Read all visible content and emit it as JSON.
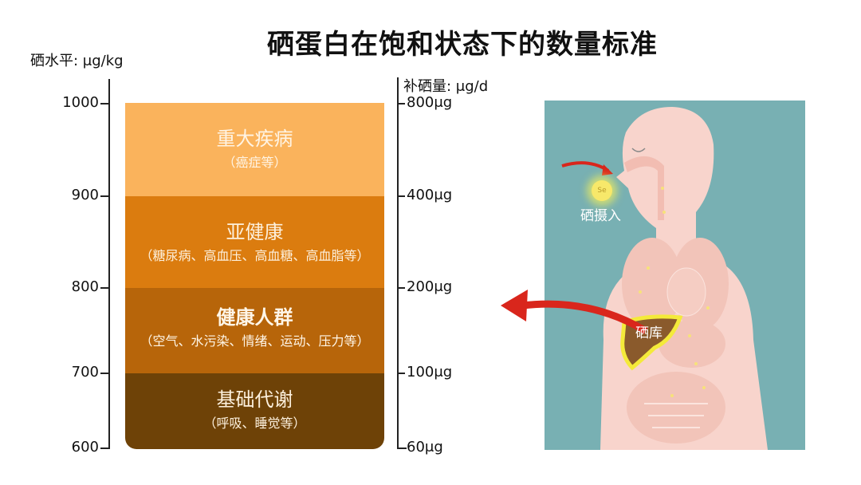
{
  "title": "硒蛋白在饱和状态下的数量标准",
  "axes": {
    "left_label": "硒水平: μg/kg",
    "right_label": "补硒量: μg/d",
    "left_ticks": [
      "1000",
      "900",
      "800",
      "700",
      "600"
    ],
    "right_ticks": [
      "800μg",
      "400μg",
      "200μg",
      "100μg",
      "60μg"
    ]
  },
  "bands": [
    {
      "main": "重大疾病",
      "sub": "（癌症等）",
      "color": "#fab35c"
    },
    {
      "main": "亚健康",
      "sub": "（糖尿病、高血压、高血糖、高血脂等）",
      "color": "#db7c0f"
    },
    {
      "main": "健康人群",
      "sub": "（空气、水污染、情绪、运动、压力等）",
      "color": "#b7650a"
    },
    {
      "main": "基础代谢",
      "sub": "（呼吸、睡觉等）",
      "color": "#6e4207"
    }
  ],
  "illustration": {
    "intake_label": "硒摄入",
    "se_symbol": "Se",
    "store_label": "硒库",
    "background_color": "#78b0b3",
    "body_color": "#f8d4cc",
    "arrow_color": "#d9261c",
    "liver_color": "#8a5a2c"
  },
  "chart_data": {
    "type": "table",
    "title": "硒蛋白在饱和状态下的数量标准",
    "ylabel": "硒水平: μg/kg",
    "y2label": "补硒量: μg/d",
    "ylim": [
      600,
      1000
    ],
    "rows": [
      {
        "category": "重大疾病",
        "note": "癌症等",
        "level_range": [
          900,
          1000
        ],
        "supplement_range": [
          "400μg",
          "800μg"
        ]
      },
      {
        "category": "亚健康",
        "note": "糖尿病、高血压、高血糖、高血脂等",
        "level_range": [
          800,
          900
        ],
        "supplement_range": [
          "200μg",
          "400μg"
        ]
      },
      {
        "category": "健康人群",
        "note": "空气、水污染、情绪、运动、压力等",
        "level_range": [
          700,
          800
        ],
        "supplement_range": [
          "100μg",
          "200μg"
        ]
      },
      {
        "category": "基础代谢",
        "note": "呼吸、睡觉等",
        "level_range": [
          600,
          700
        ],
        "supplement_range": [
          "60μg",
          "100μg"
        ]
      }
    ]
  }
}
